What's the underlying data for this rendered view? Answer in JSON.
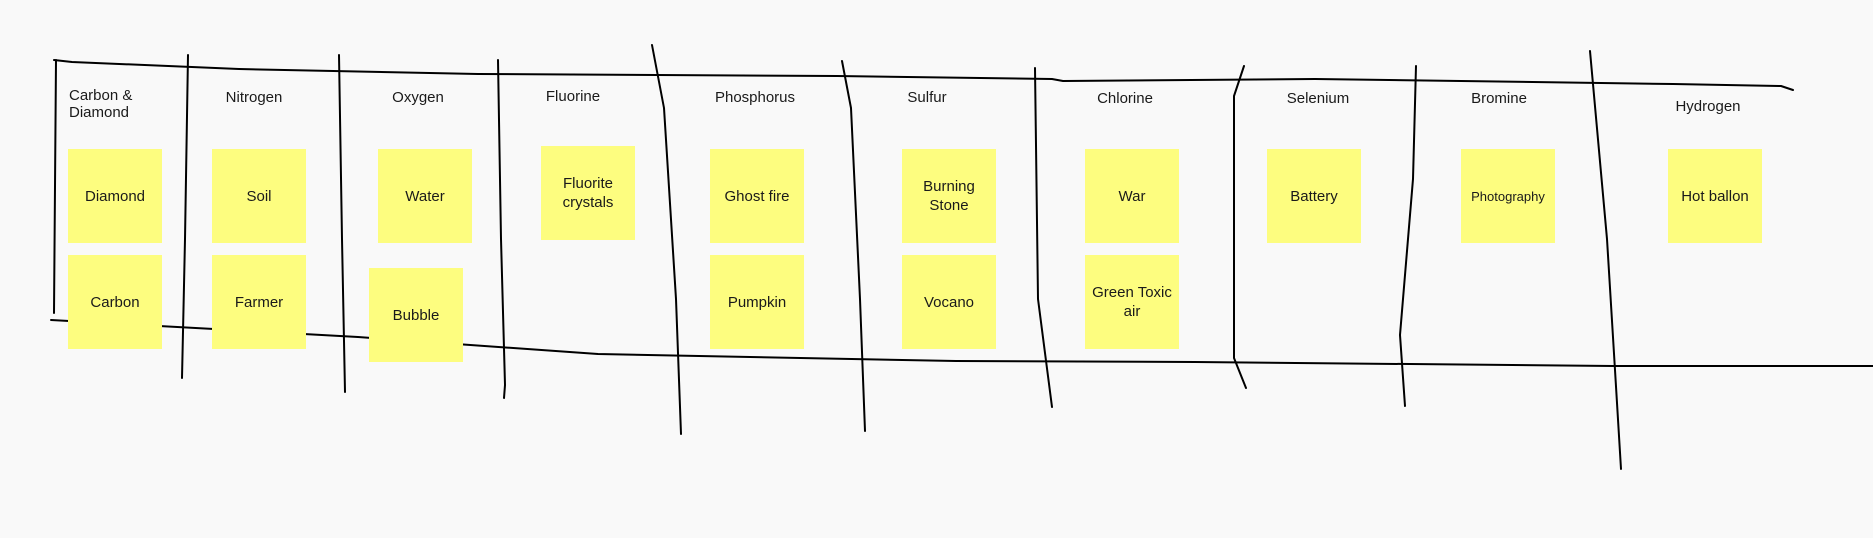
{
  "colors": {
    "background": "#f9f9f9",
    "sticky_note": "#fdfd7f",
    "ink": "#000000"
  },
  "columns": [
    {
      "label_line1": "Carbon &",
      "label_line2": "Diamond",
      "notes": [
        "Diamond",
        "Carbon"
      ]
    },
    {
      "label": "Nitrogen",
      "notes": [
        "Soil",
        "Farmer"
      ]
    },
    {
      "label": "Oxygen",
      "notes": [
        "Water",
        "Bubble"
      ]
    },
    {
      "label": "Fluorine",
      "notes": [
        "Fluorite crystals"
      ]
    },
    {
      "label": "Phosphorus",
      "notes": [
        "Ghost fire",
        "Pumpkin"
      ]
    },
    {
      "label": "Sulfur",
      "notes": [
        "Burning Stone",
        "Vocano"
      ]
    },
    {
      "label": "Chlorine",
      "notes": [
        "War",
        "Green Toxic air"
      ]
    },
    {
      "label": "Selenium",
      "notes": [
        "Battery"
      ]
    },
    {
      "label": "Bromine",
      "notes": [
        "Photography"
      ]
    },
    {
      "label": "Hydrogen",
      "notes": [
        "Hot ballon"
      ]
    }
  ]
}
